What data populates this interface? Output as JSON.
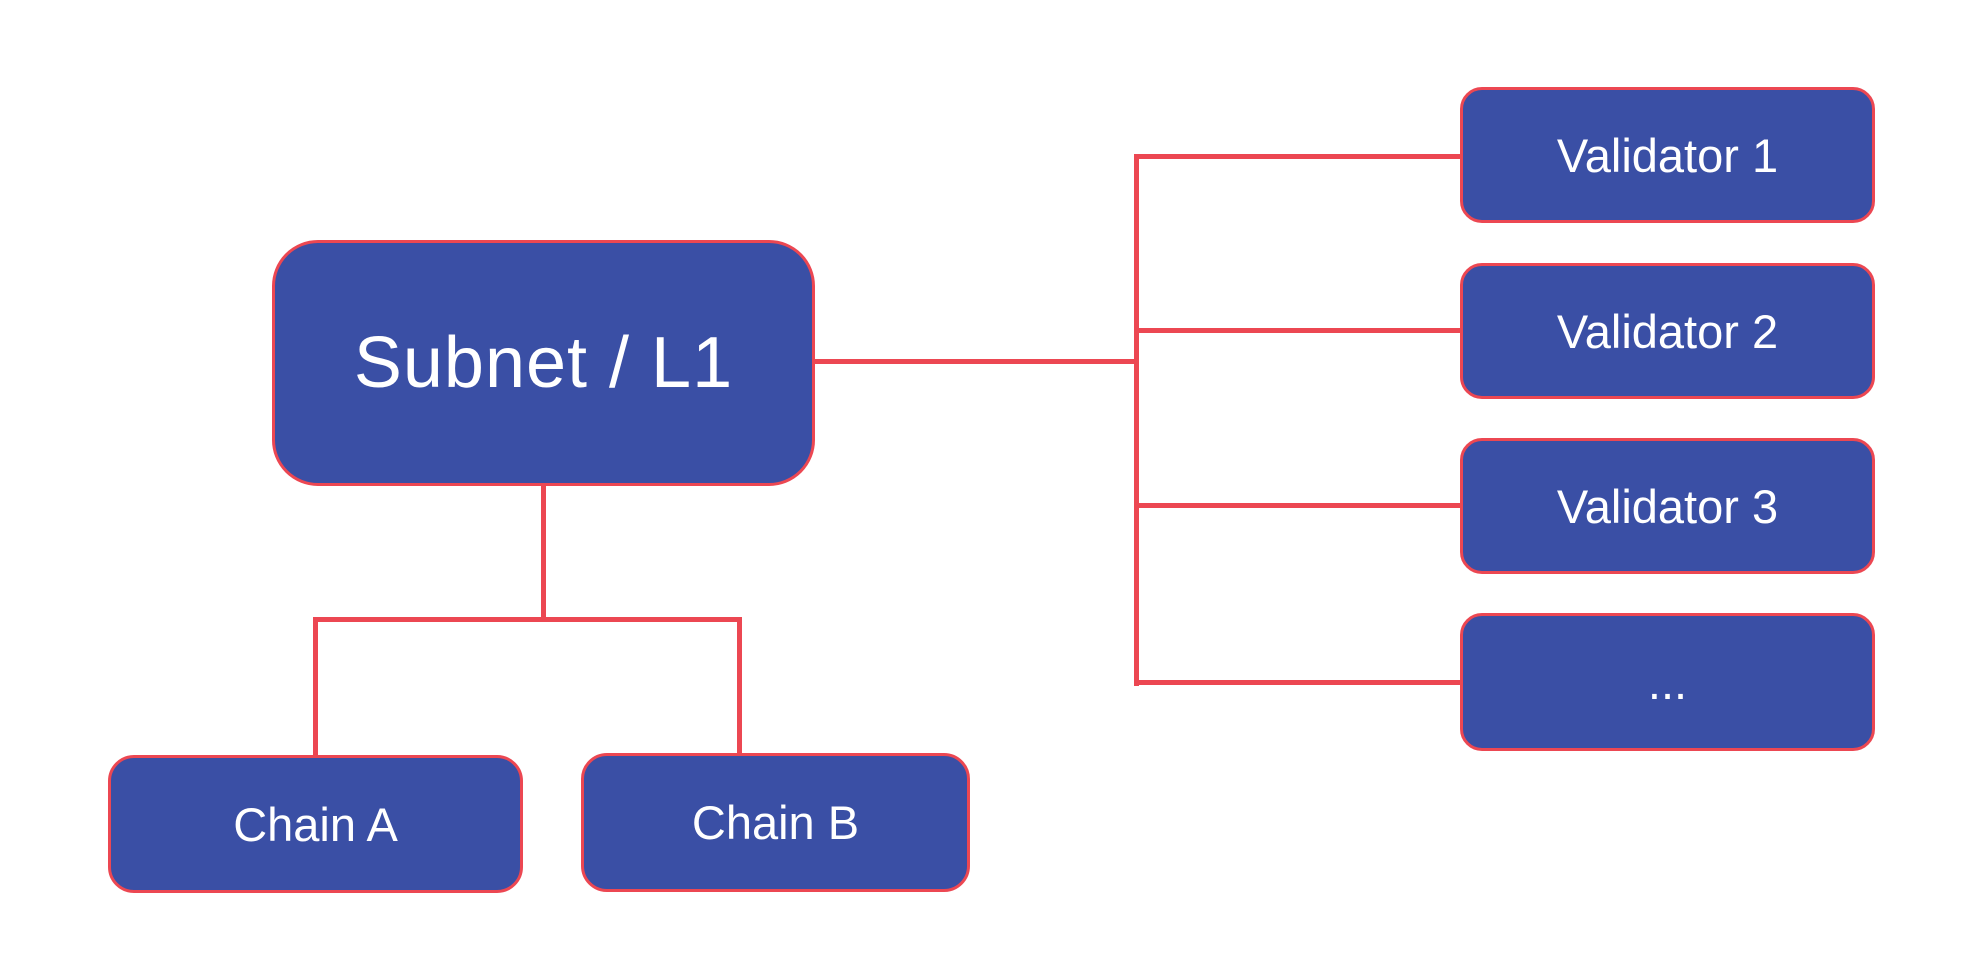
{
  "colors": {
    "background": "#ffffff",
    "node-fill": "#3a4fa5",
    "connector": "#ec4752",
    "label": "#ffffff"
  },
  "diagram": {
    "nodes": {
      "subnet": {
        "label": "Subnet / L1"
      },
      "chain_a": {
        "label": "Chain A"
      },
      "chain_b": {
        "label": "Chain B"
      },
      "validator_1": {
        "label": "Validator 1"
      },
      "validator_2": {
        "label": "Validator 2"
      },
      "validator_3": {
        "label": "Validator 3"
      },
      "validator_more": {
        "label": "..."
      }
    }
  }
}
